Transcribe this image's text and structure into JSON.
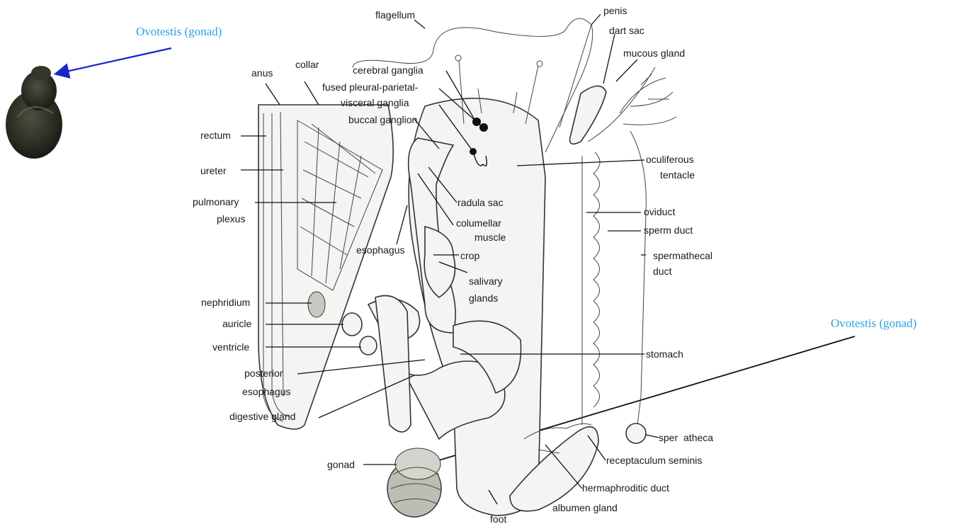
{
  "colors": {
    "callout": "#29a3df",
    "callout_arrow": "#1a25c8",
    "line": "#111111"
  },
  "labels": {
    "ovotestis_top": "Ovotestis (gonad)",
    "ovotestis_right": "Ovotestis (gonad)",
    "flagellum": "flagellum",
    "penis": "penis",
    "dart_sac": "dart sac",
    "mucous_gland": "mucous gland",
    "collar": "collar",
    "anus": "anus",
    "cerebral_ganglia": "cerebral ganglia",
    "fused_pleural": "fused pleural-parietal-",
    "visceral_ganglia": "visceral ganglia",
    "buccal_ganglion": "buccal ganglion",
    "rectum": "rectum",
    "ureter": "ureter",
    "oculiferous_1": "oculiferous",
    "oculiferous_2": "tentacle",
    "pulmonary_1": "pulmonary",
    "pulmonary_2": "plexus",
    "radula_sac": "radula sac",
    "oviduct": "oviduct",
    "columellar_1": "columellar",
    "columellar_2": "muscle",
    "sperm_duct": "sperm duct",
    "esophagus": "esophagus",
    "crop": "crop",
    "spermathecal_1": "spermathecal",
    "spermathecal_2": "duct",
    "salivary_1": "salivary",
    "salivary_2": "glands",
    "nephridium": "nephridium",
    "auricle": "auricle",
    "ventricle": "ventricle",
    "stomach": "stomach",
    "posterior_1": "posterior",
    "posterior_2": "esophagus",
    "digestive_gland": "digestive gland",
    "spermatheca": "sper  atheca",
    "receptaculum": "receptaculum seminis",
    "gonad": "gonad",
    "hermaphroditic_duct": "hermaphroditic duct",
    "albumen_gland": "albumen gland",
    "foot": "foot"
  }
}
